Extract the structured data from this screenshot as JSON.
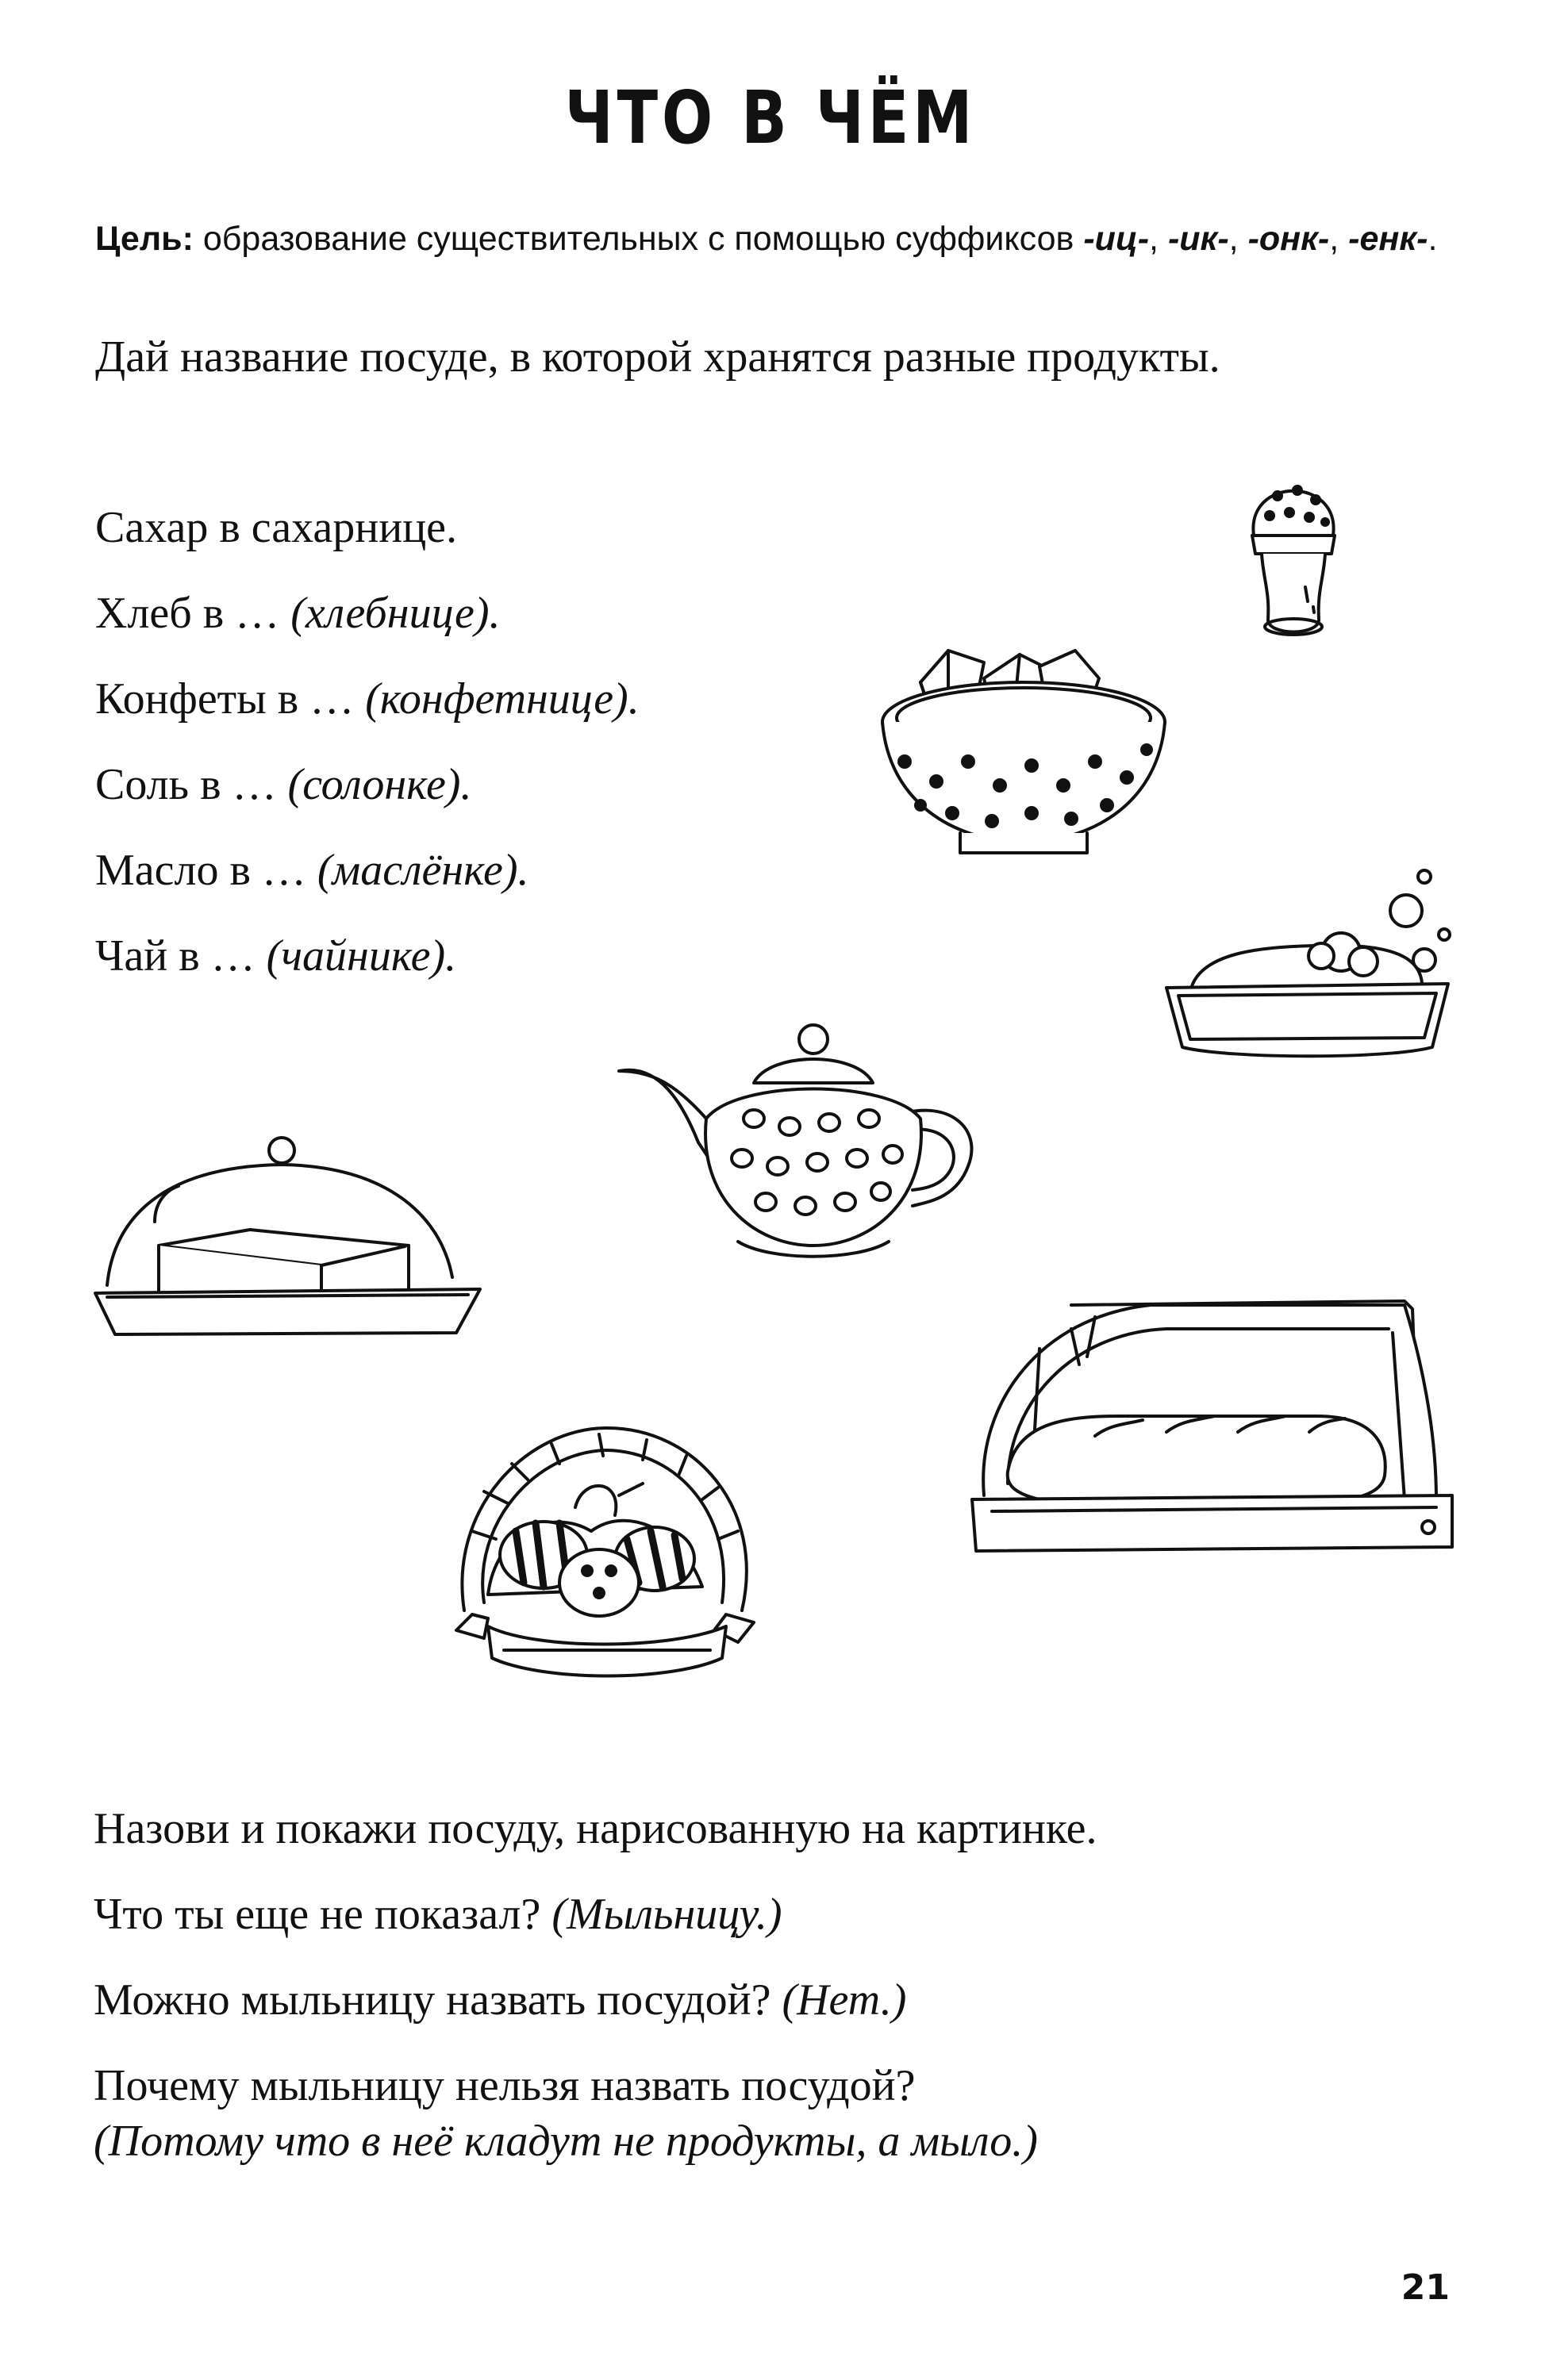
{
  "title": "ЧТО В ЧЁМ",
  "goal": {
    "label": "Цель:",
    "text": " образование существительных с помощью суффиксов ",
    "suffix1": "-иц-",
    "sep1": ", ",
    "suffix2": "-ик-",
    "sep2": ", ",
    "suffix3": "-онк-",
    "sep3": ", ",
    "suffix4": "-енк-",
    "end": "."
  },
  "task": "Дай название посуде, в которой хранятся разные продукты.",
  "lines": [
    {
      "text": "Сахар в сахарнице.",
      "answer": ""
    },
    {
      "text": "Хлеб в … ",
      "answer": "(хлебнице)."
    },
    {
      "text": "Конфеты в … ",
      "answer": "(конфетнице)."
    },
    {
      "text": "Соль в … ",
      "answer": "(солонке)."
    },
    {
      "text": "Масло в … ",
      "answer": "(маслёнке)."
    },
    {
      "text": "Чай в … ",
      "answer": "(чайнике)."
    }
  ],
  "questions": [
    {
      "text": "Назови и покажи посуду, нарисованную на картинке.",
      "answer": ""
    },
    {
      "text": "Что ты еще не показал? ",
      "answer": "(Мыльницу.)"
    },
    {
      "text": "Можно мыльницу назвать посудой? ",
      "answer": "(Нет.)"
    },
    {
      "text": "Почему мыльницу нельзя назвать посудой?",
      "answer": "(Потому что в неё кладут не продукты, а мыло.)"
    }
  ],
  "page_number": "21",
  "illustrations": [
    "salt-shaker",
    "sugar-bowl",
    "soap-dish",
    "teapot",
    "butter-dish",
    "bread-box",
    "candy-basket"
  ]
}
